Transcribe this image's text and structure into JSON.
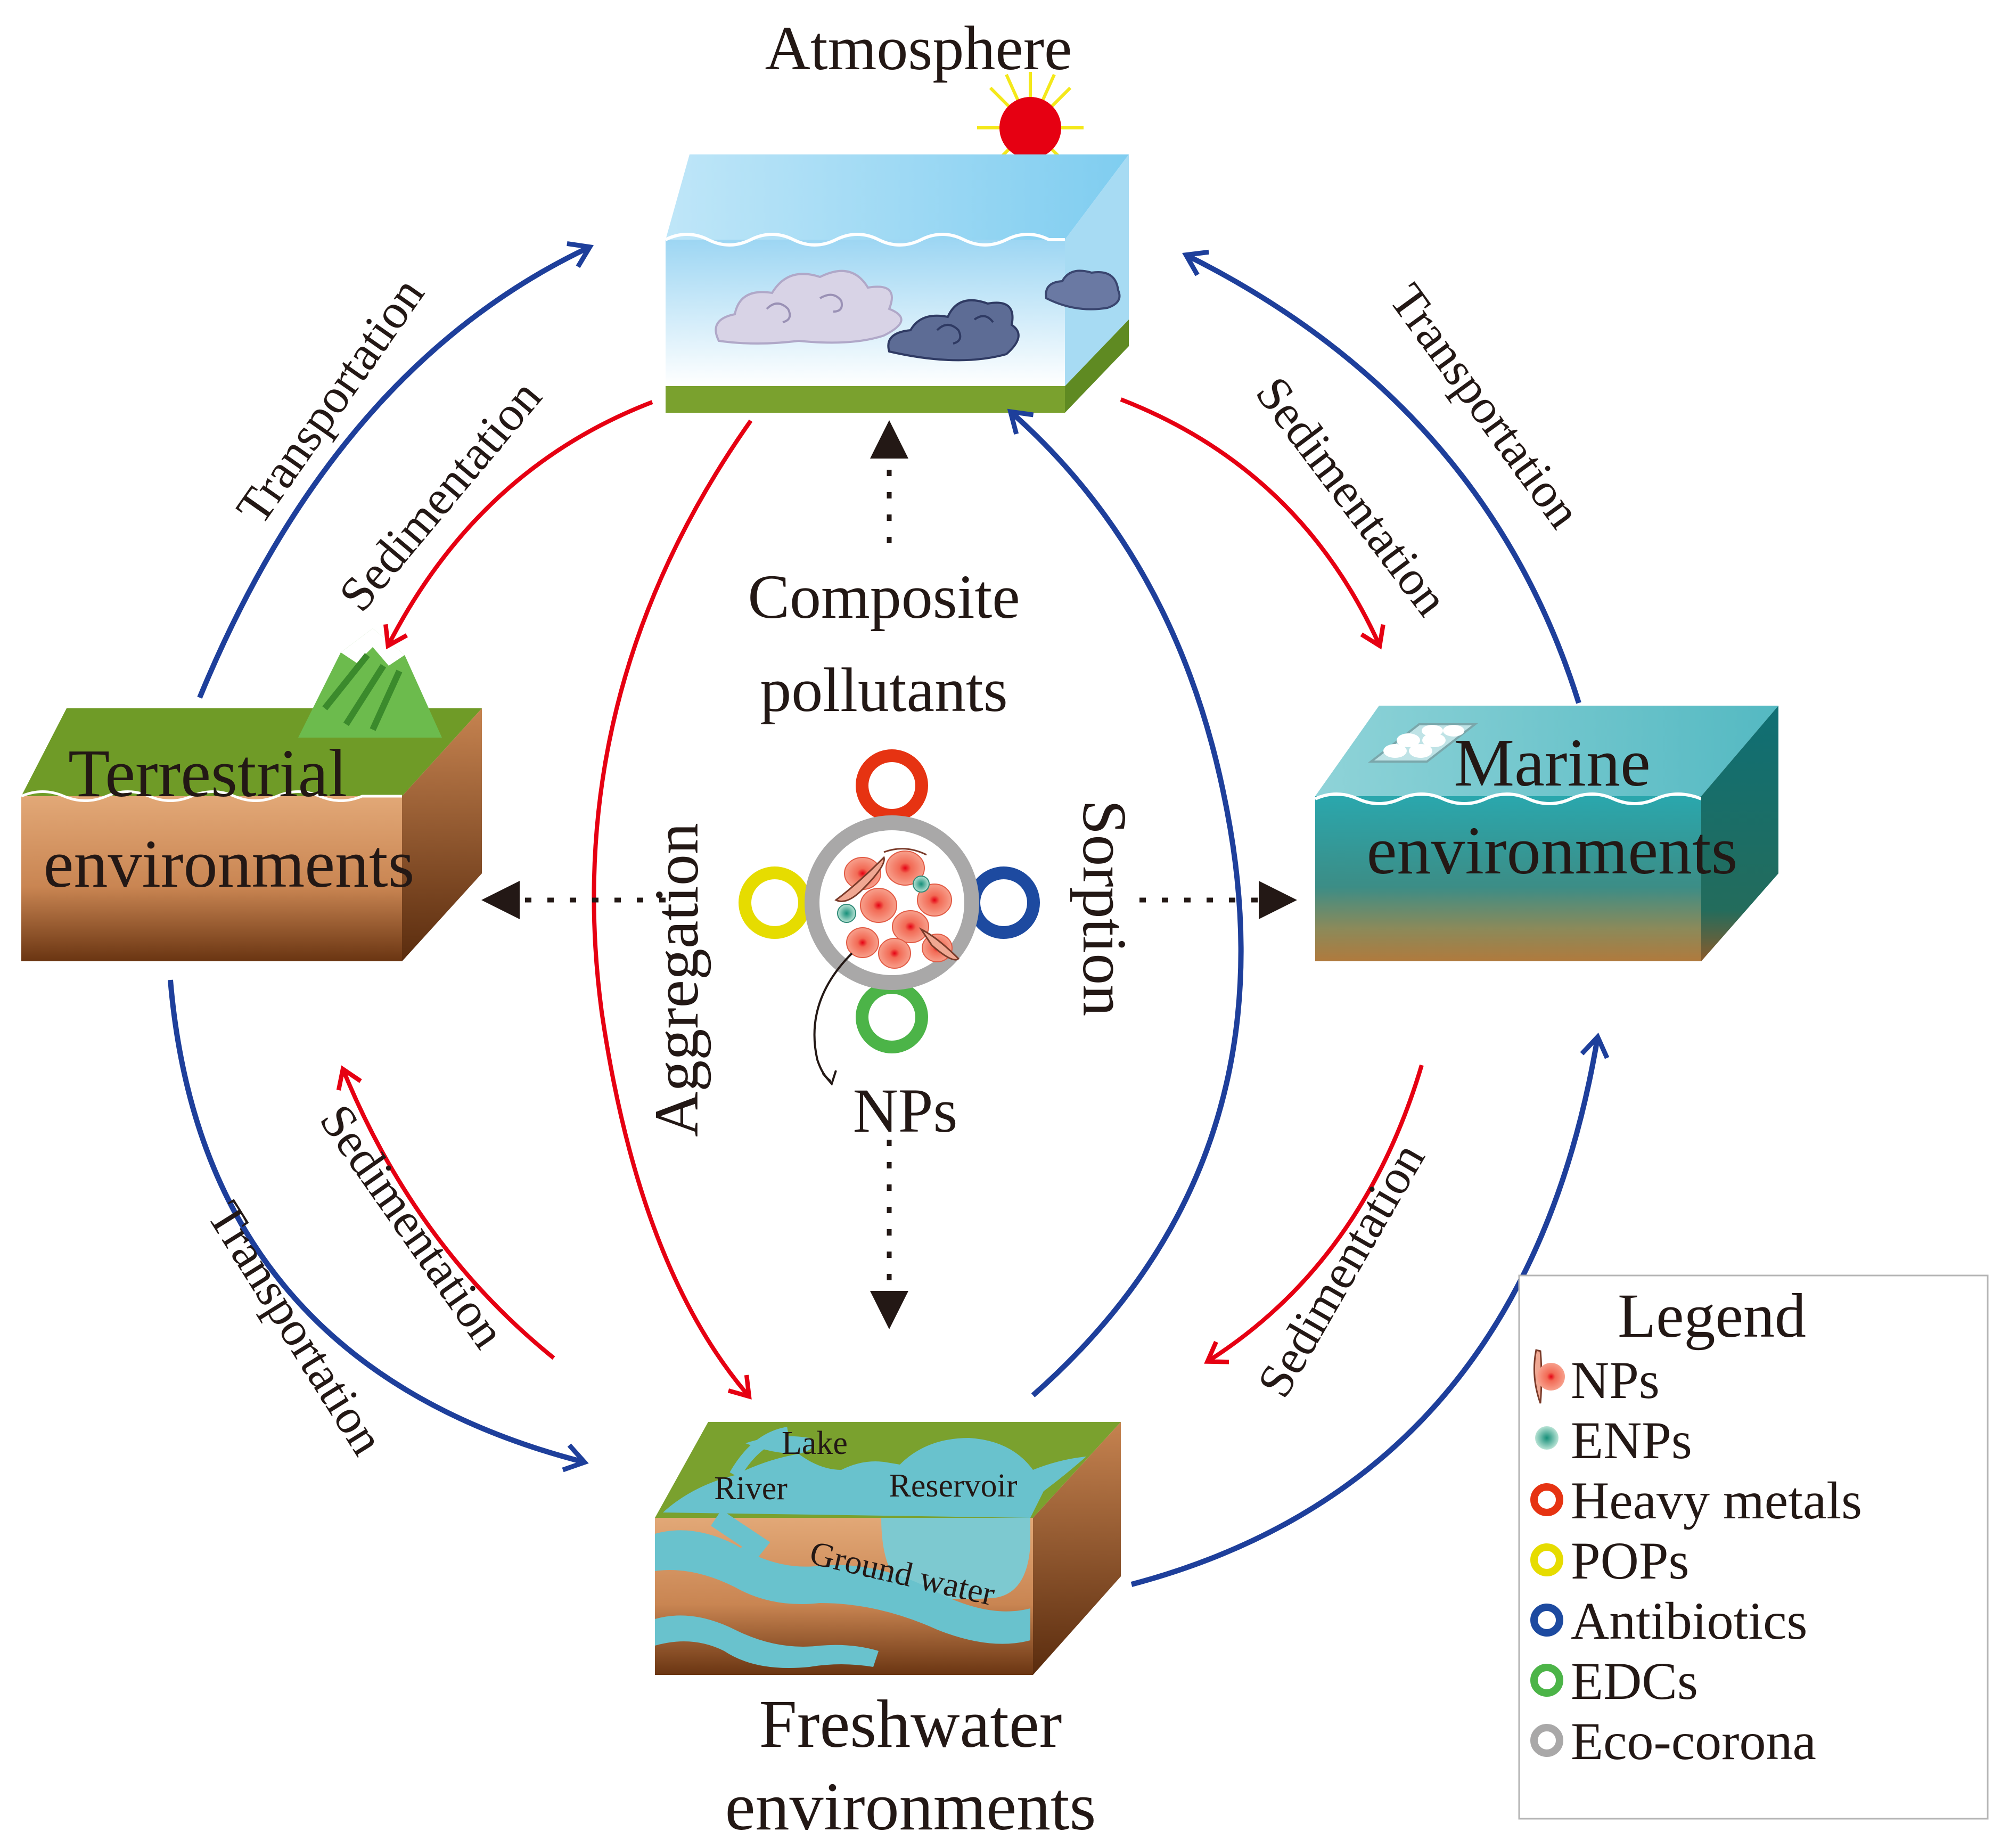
{
  "environments": {
    "atmosphere": "Atmosphere",
    "terrestrial_line1": "Terrestrial",
    "terrestrial_line2": "environments",
    "marine_line1": "Marine",
    "marine_line2": "environments",
    "freshwater_line1": "Freshwater",
    "freshwater_line2": "environments"
  },
  "freshwater_labels": {
    "lake": "Lake",
    "river": "River",
    "reservoir": "Reservoir",
    "ground_water": "Ground water"
  },
  "center": {
    "title_line1": "Composite",
    "title_line2": "pollutants",
    "nps": "NPs",
    "aggregation": "Aggregation",
    "sorption": "Sorption"
  },
  "arrow_labels": {
    "transportation": "Transportation",
    "sedimentation": "Sedimentation"
  },
  "legend": {
    "title": "Legend",
    "items": [
      {
        "label": "NPs",
        "icon": "np-particle-icon",
        "color": "#f0735a"
      },
      {
        "label": "ENPs",
        "icon": "enp-particle-icon",
        "color": "#3fb39a"
      },
      {
        "label": "Heavy metals",
        "icon": "ring-icon",
        "color": "#e63312"
      },
      {
        "label": "POPs",
        "icon": "ring-icon",
        "color": "#e6dc00"
      },
      {
        "label": "Antibiotics",
        "icon": "ring-icon",
        "color": "#1d4aa0"
      },
      {
        "label": "EDCs",
        "icon": "ring-icon",
        "color": "#4cb448"
      },
      {
        "label": "Eco-corona",
        "icon": "ring-icon",
        "color": "#a9a8a8"
      }
    ]
  },
  "colors": {
    "transportation_arrow": "#1e3f9b",
    "sedimentation_arrow": "#e60012",
    "dotted_arrow": "#231815",
    "sun": "#e60012",
    "sun_rays": "#f4e81a"
  }
}
